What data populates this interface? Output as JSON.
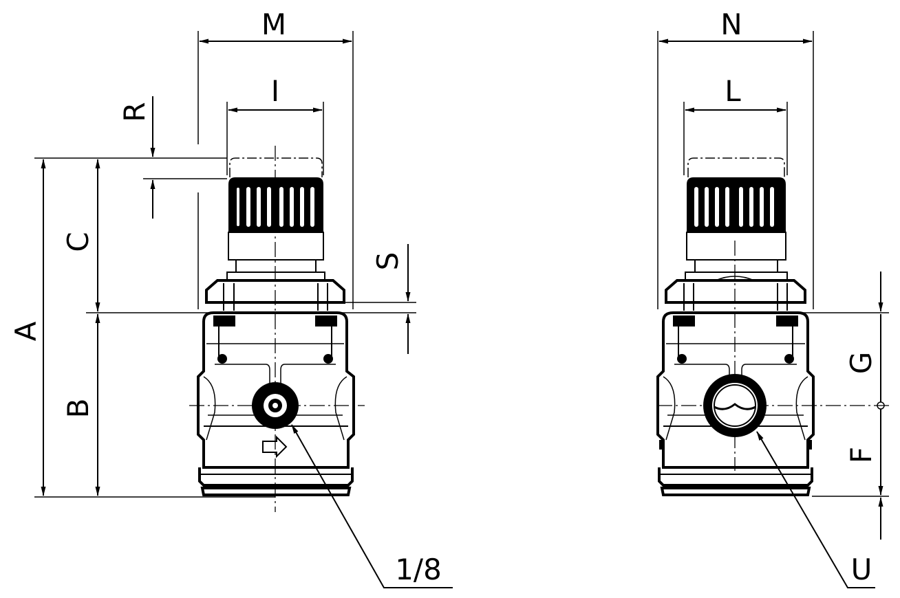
{
  "labels": {
    "A": "A",
    "B": "B",
    "C": "C",
    "R": "R",
    "M": "M",
    "I": "I",
    "S": "S",
    "N": "N",
    "L": "L",
    "G": "G",
    "F": "F",
    "U": "U",
    "port": "1/8"
  }
}
